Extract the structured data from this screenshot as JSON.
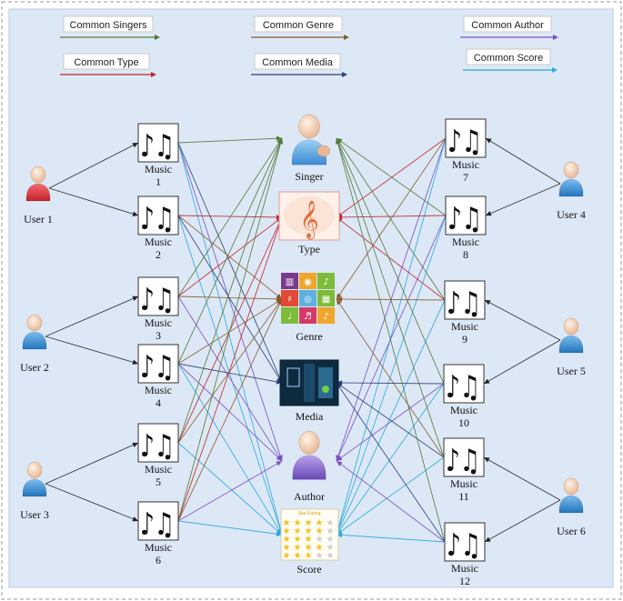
{
  "legend": [
    {
      "label": "Common Singers",
      "color": "#4f7a3a"
    },
    {
      "label": "Common Genre",
      "color": "#8a5a2b"
    },
    {
      "label": "Common Author",
      "color": "#7b4fc0"
    },
    {
      "label": "Common Type",
      "color": "#c0252b"
    },
    {
      "label": "Common Media",
      "color": "#2d3f7a"
    },
    {
      "label": "Common Score",
      "color": "#29a9df"
    }
  ],
  "users": [
    "User 1",
    "User 2",
    "User 3",
    "User 4",
    "User 5",
    "User 6"
  ],
  "music_left": [
    {
      "line1": "Music",
      "line2": "1"
    },
    {
      "line1": "Music",
      "line2": "2"
    },
    {
      "line1": "Music",
      "line2": "3"
    },
    {
      "line1": "Music",
      "line2": "4"
    },
    {
      "line1": "Music",
      "line2": "5"
    },
    {
      "line1": "Music",
      "line2": "6"
    }
  ],
  "music_right": [
    {
      "line1": "Music",
      "line2": "7"
    },
    {
      "line1": "Music",
      "line2": "8"
    },
    {
      "line1": "Music",
      "line2": "9"
    },
    {
      "line1": "Music",
      "line2": "10"
    },
    {
      "line1": "Music",
      "line2": "11"
    },
    {
      "line1": "Music",
      "line2": "12"
    }
  ],
  "attributes": [
    "Singer",
    "Type",
    "Genre",
    "Media",
    "Author",
    "Score"
  ],
  "score_title": "Star Rating",
  "note_glyph": "♪♫",
  "colors": {
    "user_red": "#e2323a",
    "user_blue": "#3a8fd4",
    "user_purple": "#8a6ad0",
    "panel_bg": "#dde8f6",
    "edge_black": "#222222"
  }
}
